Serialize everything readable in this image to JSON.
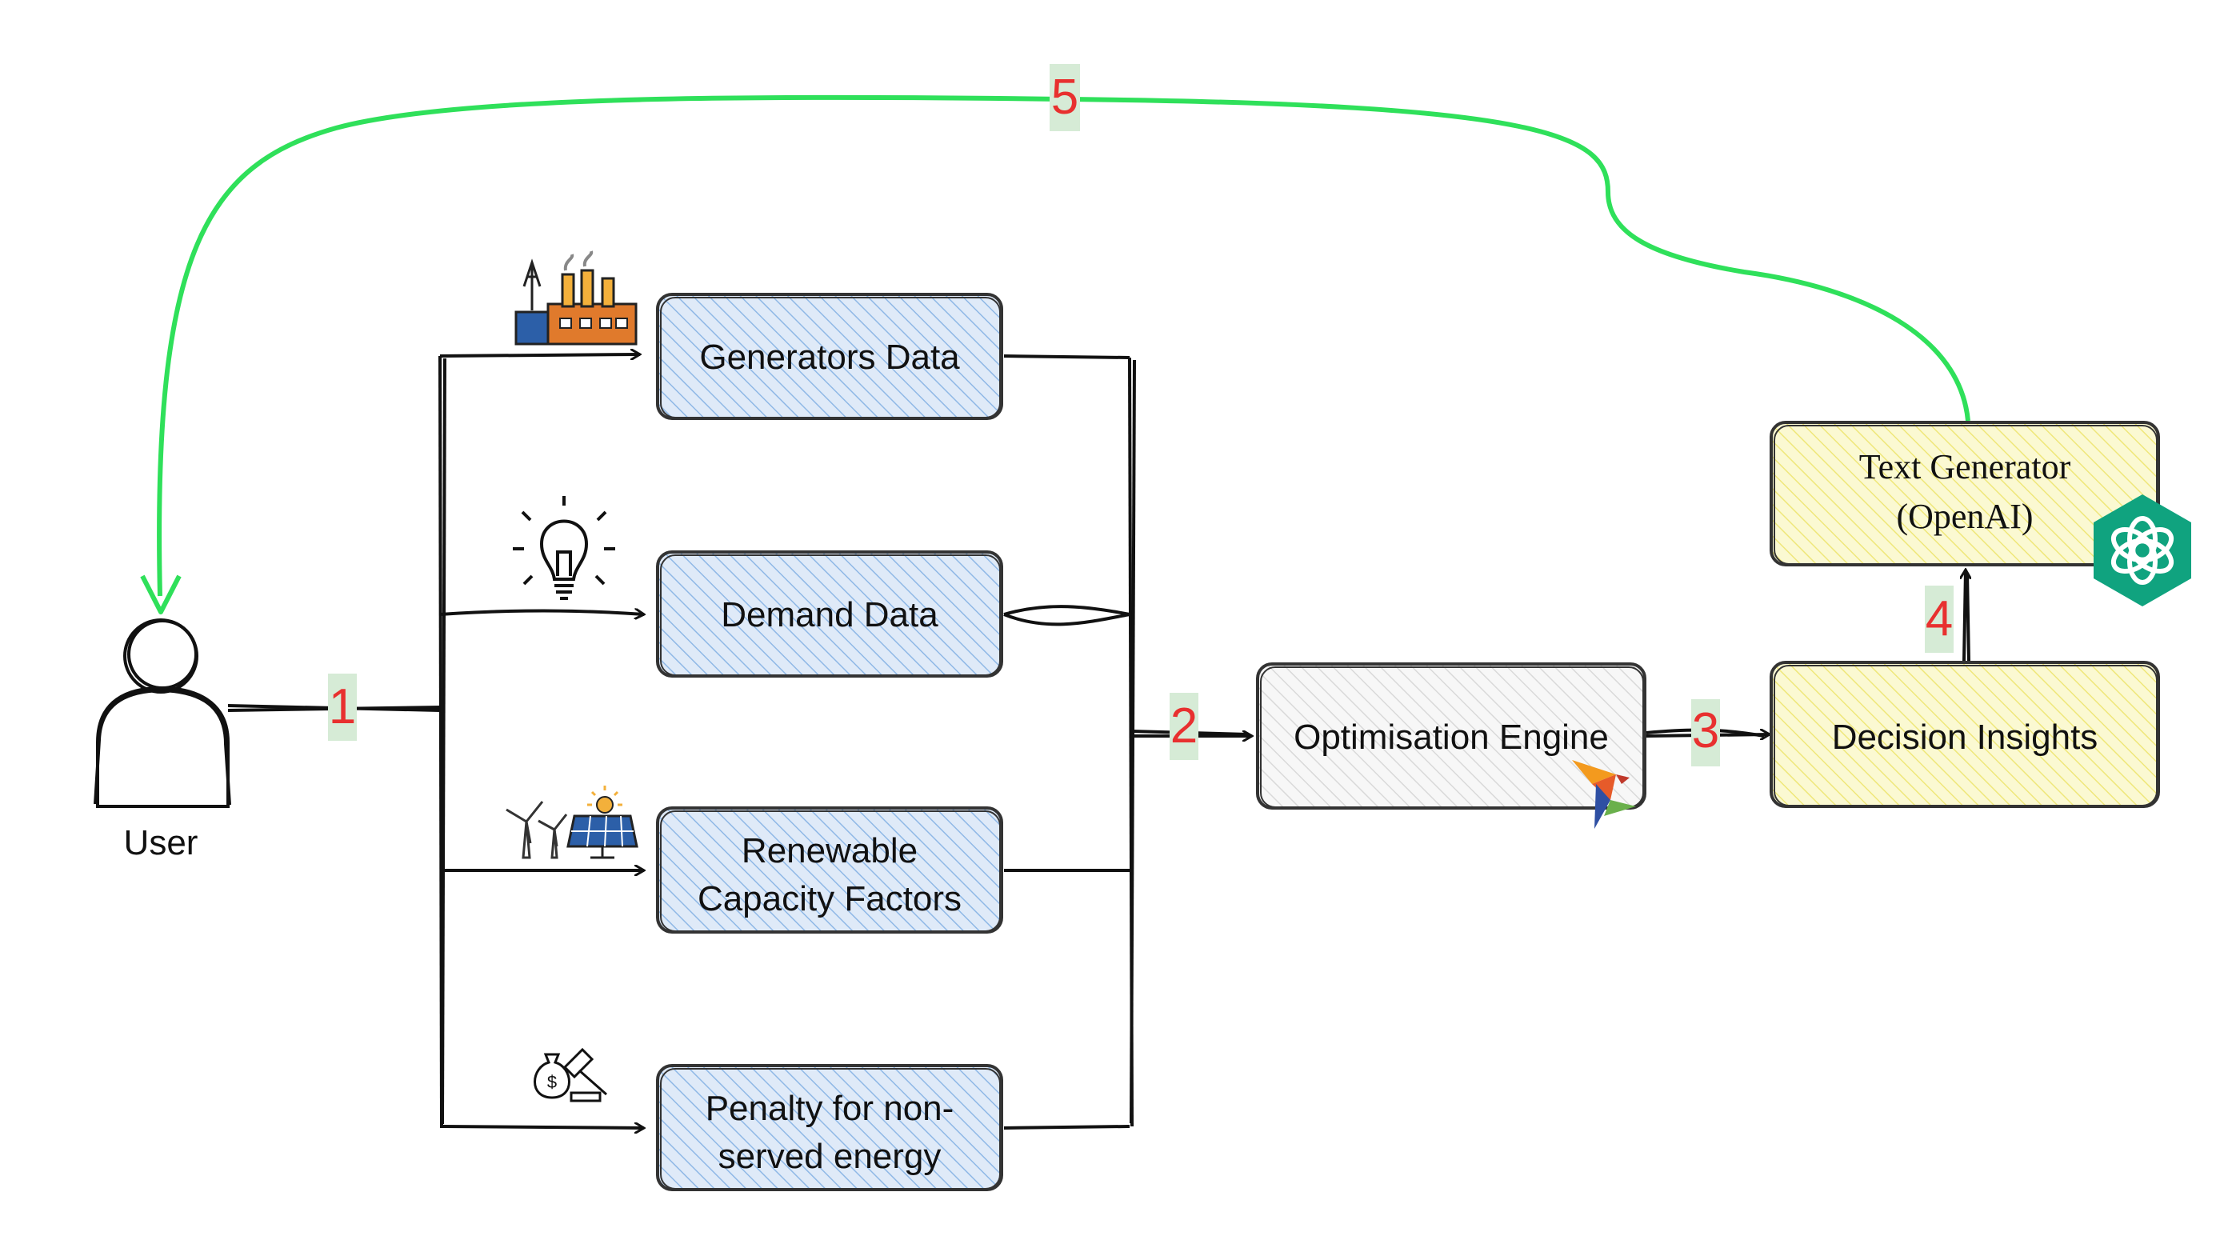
{
  "diagram": {
    "user_label": "User",
    "inputs": [
      {
        "line1": "Generators Data",
        "line2": ""
      },
      {
        "line1": "Demand Data",
        "line2": ""
      },
      {
        "line1": "Renewable",
        "line2": "Capacity Factors"
      },
      {
        "line1": "Penalty for non-",
        "line2": "served energy"
      }
    ],
    "optimisation_engine": "Optimisation Engine",
    "decision_insights": "Decision Insights",
    "text_generator": {
      "line1": "Text Generator",
      "line2": "(OpenAI)"
    },
    "steps": [
      "1",
      "2",
      "3",
      "4",
      "5"
    ]
  },
  "colors": {
    "input_fill": "#cfe2f7",
    "input_hatch": "#8fb8e6",
    "engine_fill": "#f2f2f2",
    "insight_fill": "#fbf8c6",
    "insight_hatch": "#efe77a",
    "feedback_line": "#2fe05a",
    "step_number": "#e8302f",
    "step_badge": "#d6ebd6"
  },
  "icons": [
    "factory-icon",
    "lightbulb-icon",
    "wind-solar-icon",
    "money-gavel-icon",
    "openai-logo-icon",
    "bird-logo-icon"
  ]
}
